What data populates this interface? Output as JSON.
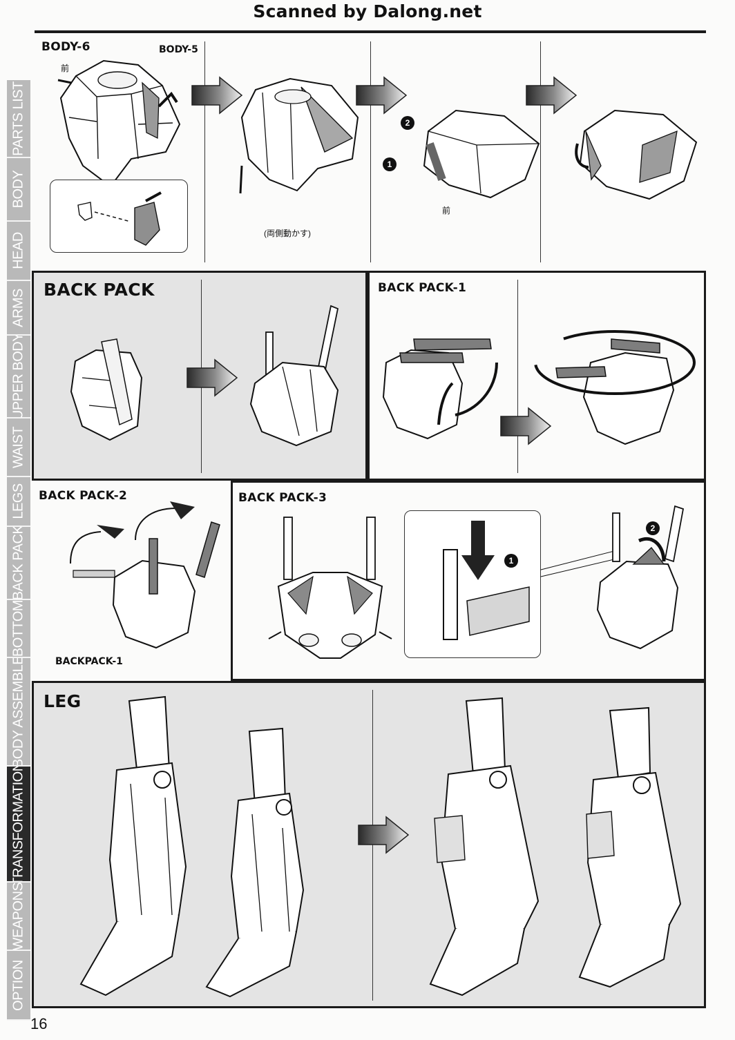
{
  "header": {
    "scan_credit": "Scanned by Dalong.net"
  },
  "sidebar": {
    "tabs": [
      {
        "label": "PARTS LIST",
        "active": false
      },
      {
        "label": "BODY",
        "active": false
      },
      {
        "label": "HEAD",
        "active": false
      },
      {
        "label": "ARMS",
        "active": false
      },
      {
        "label": "UPPER BODY",
        "active": false
      },
      {
        "label": "WAIST",
        "active": false
      },
      {
        "label": "LEGS",
        "active": false
      },
      {
        "label": "BACK PACK",
        "active": false
      },
      {
        "label": "BOTTOM",
        "active": false
      },
      {
        "label": "BODY ASSEMBLE",
        "active": false
      },
      {
        "label": "TRANSFORMATION",
        "active": true
      },
      {
        "label": "WEAPONS",
        "active": false
      },
      {
        "label": "OPTION",
        "active": false
      }
    ]
  },
  "sections": {
    "body6": {
      "title": "BODY-6",
      "ref_label": "BODY-5",
      "front_label_1": "前",
      "front_label_2": "前",
      "note": "(両側動かす)",
      "step_1": "1",
      "step_2": "2"
    },
    "backpack": {
      "title": "BACK PACK"
    },
    "backpack1": {
      "title": "BACK PACK-1"
    },
    "backpack2": {
      "title": "BACK PACK-2",
      "ref_label": "BACKPACK-1"
    },
    "backpack3": {
      "title": "BACK PACK-3",
      "step_1": "1",
      "step_2": "2"
    },
    "leg": {
      "title": "LEG"
    }
  },
  "colors": {
    "tab_active": "#2a2a2a",
    "tab_inactive": "#b9b9b9",
    "panel_shade": "#e4e4e4",
    "frame": "#1a1a1a"
  },
  "footer": {
    "page_number": "16"
  }
}
